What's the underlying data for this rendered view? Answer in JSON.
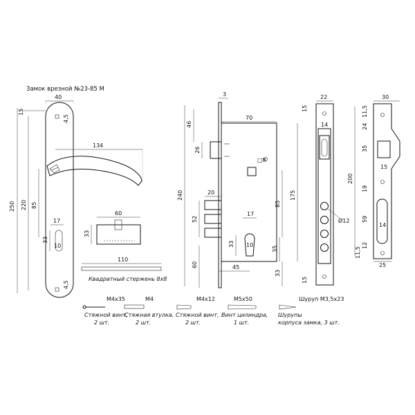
{
  "title": "Замок врезной №23-85 М",
  "handle": {
    "dims": {
      "width": "40",
      "top_offset": "15",
      "screw_top": "4,5",
      "screw_bottom": "4,5",
      "overall": "250",
      "centers": "220",
      "backset": "85",
      "lever_len": "134",
      "cyl_w": "17",
      "cyl_h": "33",
      "cyl_d": "10"
    }
  },
  "cylinder": {
    "length": "60",
    "height": "33"
  },
  "spindle": {
    "length": "110",
    "caption": "Квадратный стержень 8х8"
  },
  "lock_body": {
    "dims": {
      "faceplate_t": "3",
      "case_w": "70",
      "latch_top": "46",
      "latch_h": "26",
      "square": "□8",
      "bolt_w": "20",
      "bolt_block": "52",
      "bottom": "60",
      "overall": "240",
      "backset_cyl": "17",
      "cyl_h": "33",
      "cyl_d": "10",
      "right_85": "85",
      "right_175": "175",
      "right_35": "35",
      "backset": "45",
      "bottom_33": "33"
    }
  },
  "faceplate": {
    "dims": {
      "width": "22",
      "top": "15",
      "bolt_w": "14",
      "hole": "Ø12",
      "bottom": "15"
    }
  },
  "strike": {
    "dims": {
      "width": "30",
      "overall": "200",
      "a": "11,5",
      "b": "24",
      "c": "35",
      "d": "15",
      "e": "19",
      "f": "59",
      "g": "14",
      "h": "12",
      "i": "11,5",
      "j": "25"
    }
  },
  "hardware": [
    {
      "spec": "M4x35",
      "caption_1": "Стяжной винт,",
      "caption_2": "2 шт."
    },
    {
      "spec": "M4",
      "caption_1": "Стяжная втулка,",
      "caption_2": "2 шт."
    },
    {
      "spec": "M4x12",
      "caption_1": "Стяжной винт,",
      "caption_2": "2 шт."
    },
    {
      "spec": "M5x50",
      "caption_1": "Винт цилиндра,",
      "caption_2": "1 шт."
    },
    {
      "spec": "Шуруп M3,5x23",
      "caption_1": "Шурупы",
      "caption_2": "корпуса замка, 3 шт."
    }
  ]
}
